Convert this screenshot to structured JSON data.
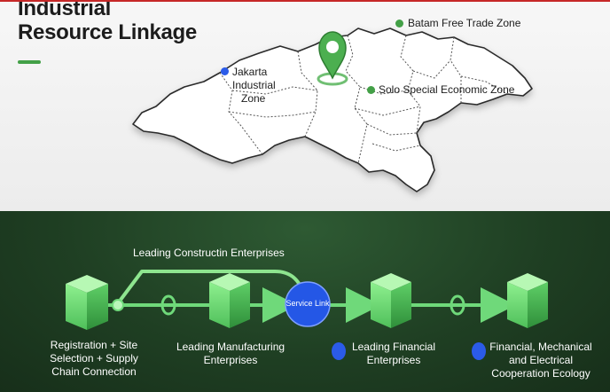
{
  "title": {
    "line1": "Industrial",
    "line2": "Resource Linkage"
  },
  "map": {
    "batam": "Batam Free Trade Zone",
    "jakarta": [
      "Jakarta",
      "Industrial",
      "Zone"
    ],
    "solo": "Solo Special Economic Zone"
  },
  "flow": {
    "top_route_label": "Leading Constructin Enterprises",
    "service_link": "Service Link",
    "nodes": [
      [
        "Registration + Site",
        "Selection + Supply",
        "Chain Connection"
      ],
      [
        "Leading Manufacturing",
        "Enterprises"
      ],
      [
        "Leading Financial",
        "Enterprises"
      ],
      [
        "Financial, Mechanical",
        "and Electrical",
        "Cooperation Ecology"
      ]
    ]
  },
  "colors": {
    "accent_green": "#43a047",
    "pin_green": "#4caf50",
    "dot_blue": "#2b5be8",
    "bottom_bg": "#1f3f23",
    "flow_green": "#6fd97a"
  }
}
